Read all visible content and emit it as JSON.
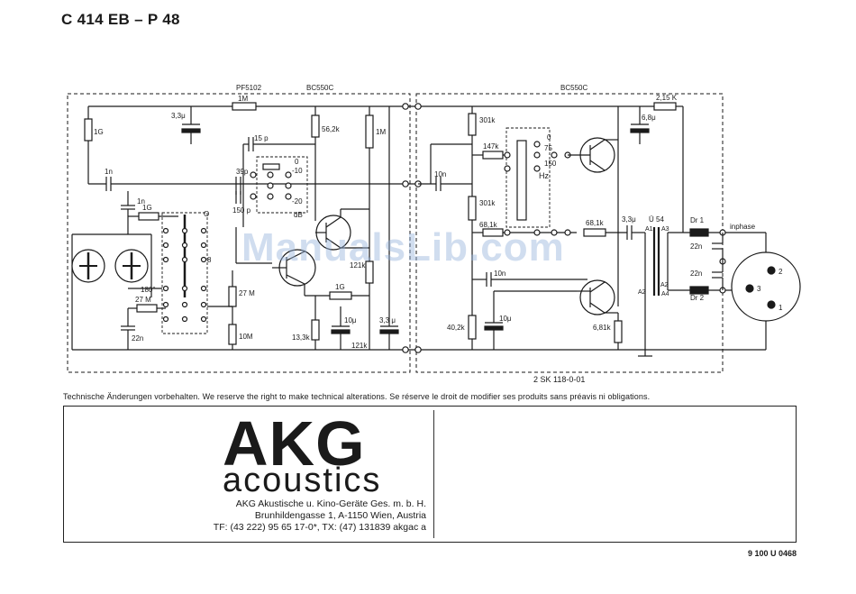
{
  "title": "C 414 EB – P 48",
  "labels": {
    "pf5102": "PF5102",
    "bc550c_1": "BC550C",
    "bc550c_2": "BC550C",
    "r_1g_top": "1G",
    "r_1m_top": "1M",
    "c_33u_top": "3,3μ",
    "r_562k": "56,2k",
    "r_1m_mid": "1M",
    "c_15p": "15 p",
    "c_39p": "39p",
    "c_150p": "150 p",
    "sw_0": "0",
    "sw_m10": "-10",
    "sw_m20": "-20",
    "sw_db": "dB",
    "c_1n_a": "1n",
    "c_1n_b": "1n",
    "r_1g_b": "1G",
    "sw_o": "O",
    "sw_8": "8",
    "deg_180": "180°",
    "r_27m_a": "27 M",
    "r_27m_b": "27 M",
    "r_10m": "10M",
    "c_22n_l": "22n",
    "r_121k_a": "121k",
    "r_1g_c": "1G",
    "c_10u_a": "10μ",
    "c_33u_b": "3,3 μ",
    "r_133k": "13,3k",
    "r_121k_b": "121k",
    "c_10n_a": "10n",
    "r_301k_a": "301k",
    "r_147k": "147k",
    "r_301k_b": "301k",
    "r_681k_a": "68,1k",
    "hz_0": "0",
    "hz_75": "75",
    "hz_150": "150",
    "hz": "Hz",
    "c_10n_b": "10n",
    "r_402k": "40,2k",
    "c_10u_b": "10μ",
    "r_681k_b": "68,1k",
    "r_681k_c": "6,81k",
    "c_33u_c": "3,3μ",
    "c_68u": "6,8μ",
    "r_215k": "2,15 K",
    "u54": "Ü 54",
    "a1": "A1",
    "a2": "A2",
    "a3": "A3",
    "a2b": "A2",
    "a4": "A4",
    "dr1": "Dr 1",
    "dr2": "Dr 2",
    "c_22n_a": "22n",
    "c_22n_b": "22n",
    "inphase": "inphase",
    "pin1": "1",
    "pin2": "2",
    "pin3": "3",
    "board": "2 SK 118-0-01"
  },
  "note": "Technische Änderungen vorbehalten. We reserve the right to make technical alterations. Se réserve le droit de modifier ses produits sans préavis ni obligations.",
  "brand": {
    "name": "AKG",
    "sub": "acoustics",
    "company": "AKG Akustische u. Kino-Geräte Ges. m. b. H.",
    "address": "Brunhildengasse 1, A-1150 Wien, Austria",
    "contact": "TF: (43 222) 95 65 17-0*, TX: (47) 131839 akgac a"
  },
  "doc_number": "9 100 U 0468",
  "watermark": "ManualsLib.com"
}
